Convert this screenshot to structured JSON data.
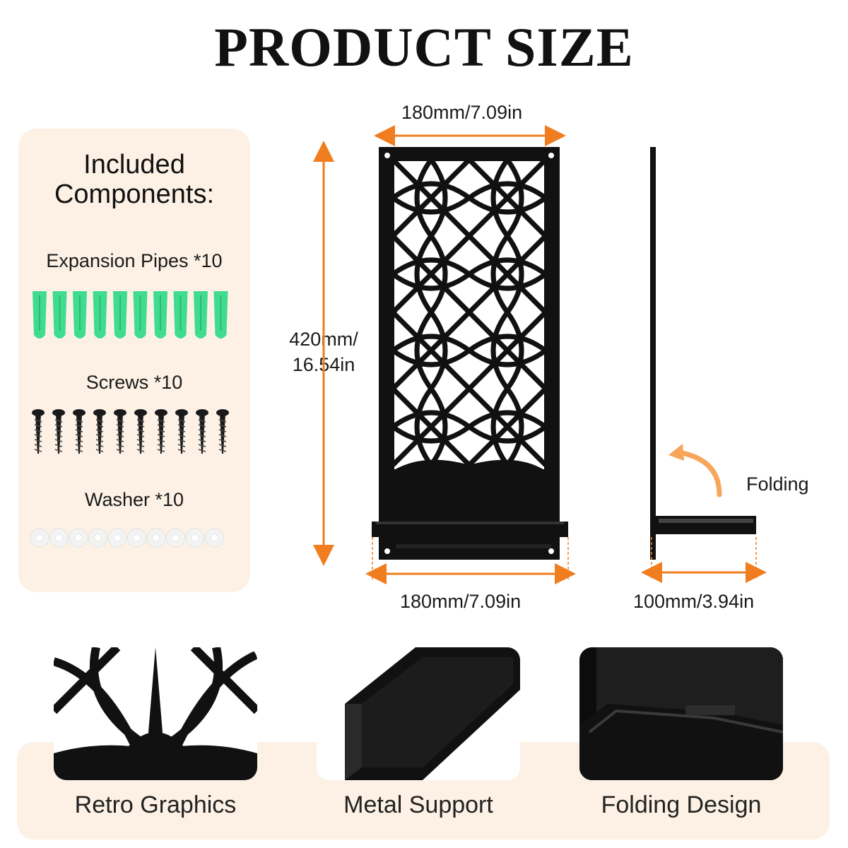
{
  "header": {
    "title": "PRODUCT SIZE"
  },
  "components": {
    "heading": "Included Components:",
    "items": [
      {
        "label": "Expansion Pipes *10",
        "count": 10,
        "icon": "expansion-pipe-icon",
        "color": "#3fdc8f"
      },
      {
        "label": "Screws *10",
        "count": 10,
        "icon": "screw-icon",
        "color": "#1a1a1a"
      },
      {
        "label": "Washer *10",
        "count": 10,
        "icon": "washer-icon",
        "color": "#f3f3f3"
      }
    ]
  },
  "dimensions": {
    "top_width": "180mm/7.09in",
    "height_line1": "420mm/",
    "height_line2": "16.54in",
    "bottom_width": "180mm/7.09in",
    "depth": "100mm/3.94in",
    "folding_label": "Folding"
  },
  "features": [
    {
      "label": "Retro Graphics"
    },
    {
      "label": "Metal Support"
    },
    {
      "label": "Folding Design"
    }
  ],
  "colors": {
    "accent": "#f07d1e",
    "panel": "#fcf1e4",
    "product": "#111111"
  }
}
